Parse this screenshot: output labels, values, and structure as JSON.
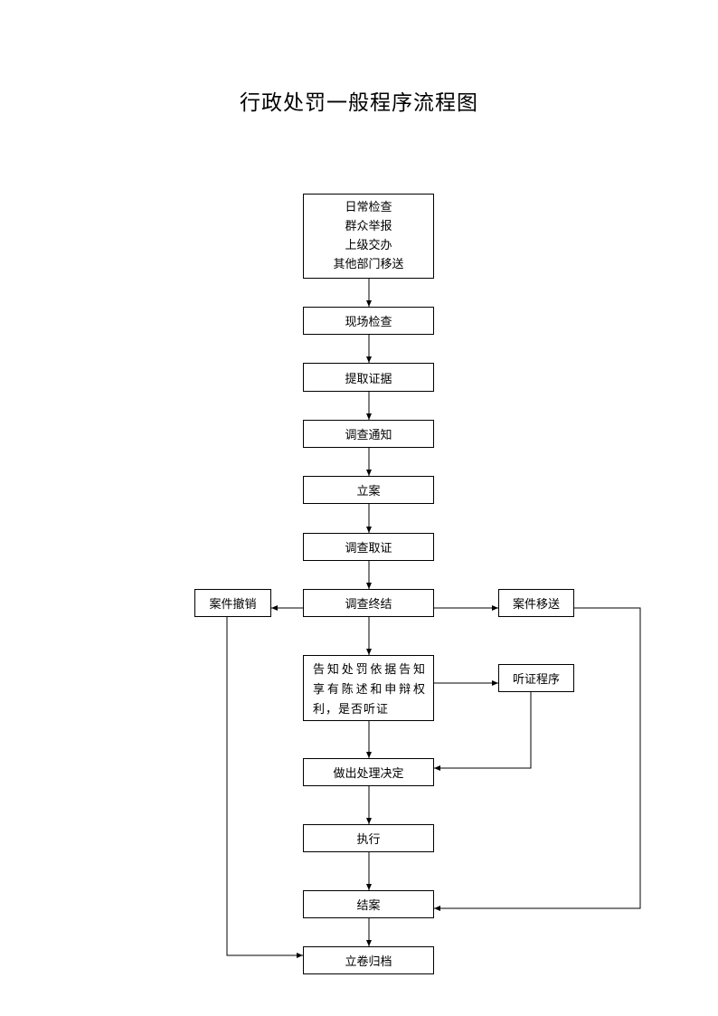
{
  "title": "行政处罚一般程序流程图",
  "nodes": {
    "sources": [
      "日常检查",
      "群众举报",
      "上级交办",
      "其他部门移送"
    ],
    "site_inspection": "现场检查",
    "collect_evidence": "提取证据",
    "investigation_notice": "调查通知",
    "filing": "立案",
    "investigate": "调查取证",
    "investigation_end": "调查终结",
    "case_withdraw": "案件撤销",
    "case_transfer": "案件移送",
    "notify_rights": "告知处罚依据告知享有陈述和申辩权利，是否听证",
    "hearing": "听证程序",
    "decision": "做出处理决定",
    "execute": "执行",
    "close_case": "结案",
    "archive": "立卷归档"
  },
  "edges": [
    [
      "sources",
      "site_inspection"
    ],
    [
      "site_inspection",
      "collect_evidence"
    ],
    [
      "collect_evidence",
      "investigation_notice"
    ],
    [
      "investigation_notice",
      "filing"
    ],
    [
      "filing",
      "investigate"
    ],
    [
      "investigate",
      "investigation_end"
    ],
    [
      "investigation_end",
      "case_withdraw"
    ],
    [
      "investigation_end",
      "case_transfer"
    ],
    [
      "investigation_end",
      "notify_rights"
    ],
    [
      "notify_rights",
      "hearing"
    ],
    [
      "notify_rights",
      "decision"
    ],
    [
      "hearing",
      "decision"
    ],
    [
      "decision",
      "execute"
    ],
    [
      "execute",
      "close_case"
    ],
    [
      "case_transfer",
      "close_case"
    ],
    [
      "close_case",
      "archive"
    ],
    [
      "case_withdraw",
      "archive"
    ]
  ]
}
